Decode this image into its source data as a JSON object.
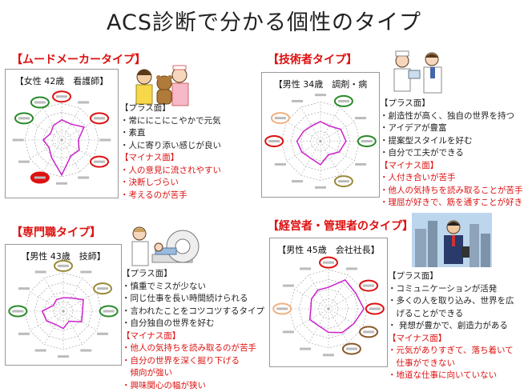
{
  "title": "ACS診断で分かる個性のタイプ",
  "panels": [
    {
      "type_title": "【ムードメーカータイプ】",
      "caption": "【女性 42歳　看護師】",
      "plus_header": "【プラス面】",
      "plus": [
        "・常ににこにこやかで元気",
        "・素直",
        "・人に寄り添い感じが良い"
      ],
      "minus_header": "【マイナス面】",
      "minus": [
        "・人の意見に流されやすい",
        "・決断しづらい",
        "・考えるのが苦手"
      ],
      "illustration": "nurse-and-child-with-teddy-bear"
    },
    {
      "type_title": "【技術者タイプ】",
      "caption": "【男性 34歳　調剤・病",
      "plus_header": "【プラス面】",
      "plus": [
        "・創造性が高く、独自の世界を持つ",
        "・アイデアが豊富",
        "・提案型スタイルを好む",
        "・自分で工夫ができる"
      ],
      "minus_header": "【マイナス面】",
      "minus": [
        "・人付き合いが苦手",
        "・他人の気持ちを読み取ることが苦手",
        "・理屈が好きで、筋を通すことが好き"
      ],
      "illustration": "pharmacist-and-doctor"
    },
    {
      "type_title": "【専門職タイプ】",
      "caption": "【男性 43歳　技師】",
      "plus_header": "【プラス面】",
      "plus": [
        "・慎重でミスが少ない",
        "・同じ仕事を長い時間続けられる",
        "・言われたことをコツコツするタイプ",
        "・自分独自の世界を好む"
      ],
      "minus_header": "【マイナス面】",
      "minus": [
        "・他人の気持ちを読み取るのが苦手",
        "・自分の世界を深く掘り下げる",
        "　傾向が強い",
        "・興味関心の幅が狭い"
      ],
      "illustration": "technician-with-mri-patient"
    },
    {
      "type_title": "【経営者・管理者のタイプ】",
      "caption": "【男性 45歳　会社社長】",
      "plus_header": "【プラス面】",
      "plus": [
        "・コミュニケーションが活発",
        "・多くの人を取り込み、世界を広",
        "　げることができる",
        "・ 発想が豊かで、創造力がある"
      ],
      "minus_header": "【マイナス面】",
      "minus": [
        "・元気がありすぎて、落ち着いて",
        "　仕事ができない",
        "・地道な仕事に向いていない"
      ],
      "illustration": "businessman-with-city-buildings"
    }
  ],
  "colors": {
    "accent_red": "#dd1111",
    "radar_line": "#cc22cc",
    "ring_green": "#2a8a2a",
    "ring_red": "#dd1111",
    "ring_brown": "#8a5a2a",
    "ring_olive": "#9a8a3a",
    "ring_peach": "#f0b080"
  }
}
